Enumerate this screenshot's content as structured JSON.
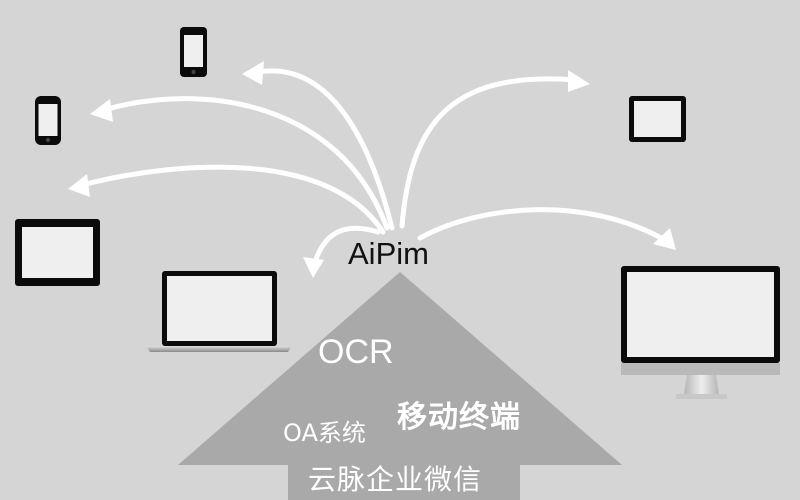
{
  "center": {
    "label": "AiPim"
  },
  "pyramid": {
    "items": [
      "OCR",
      "OA系统",
      "移动终端",
      "云脉企业微信"
    ],
    "fill": "#a9a9a9"
  },
  "colors": {
    "background": "#d5d5d5",
    "device_frame": "#0b0b0b",
    "screen": "#efefef",
    "arrow": "#ffffff"
  },
  "devices": [
    {
      "kind": "phone",
      "icon": "phone-icon"
    },
    {
      "kind": "phone",
      "icon": "phone-icon"
    },
    {
      "kind": "tablet",
      "icon": "tablet-icon"
    },
    {
      "kind": "laptop",
      "icon": "laptop-icon"
    },
    {
      "kind": "tablet",
      "icon": "tablet-icon"
    },
    {
      "kind": "monitor",
      "icon": "monitor-icon"
    }
  ]
}
